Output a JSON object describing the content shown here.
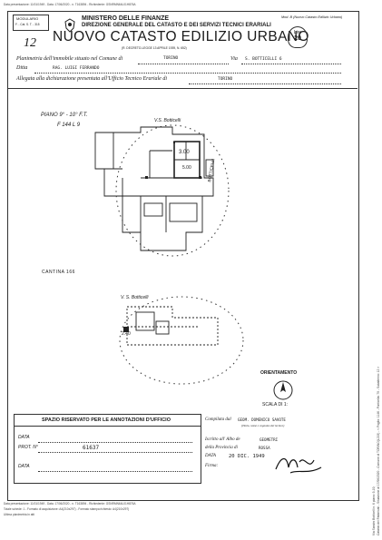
{
  "top_strip": {
    "line1": "Data presentazione: 11/01/1949 - Data: 17/06/2020 - n. T163894 - Richiedente: GSNRMN64L01H876A",
    "line2": "Totale schede: 1 - Formato di acquisizione: A4(210x297) - Formato stampa richiesto: A4(210x297)"
  },
  "bottom_strip": {
    "line1": "Data presentazione: 11/01/1949 - Data: 17/06/2020 - n. T163894 - Richiedente: GSNRMN64L01H876A",
    "line2": "Totale schede: 1 - Formato di acquisizione: A4(210x297) - Formato stampa richiesto: A4(210x297)",
    "line3": "Ultima planimetria in atti"
  },
  "right_strip": "Catasto dei Fabbricati - Situazione al 17/06/2020 - Comune di TORINO(L219) - < Foglio: 1146 - Particella: 79 - Subalterno: 12 >",
  "right_strip2": "Via Sandro Botticelli n. 6 piano: 9-10;",
  "header": {
    "small_box_top": "MODULARIO",
    "small_box_bottom": "F. - Cat. S. T. - 315",
    "ministry": "MINISTERO DELLE FINANZE",
    "direction": "DIREZIONE GENERALE DEL CATASTO E DEI SERVIZI TECNICI ERARIALI",
    "title": "NUOVO CATASTO EDILIZIO URBANO",
    "decree": "(R. DECRETO-LEGGE 13 APRILE 1939, N. 652)",
    "model": "Mod. B (Nuovo Catasto Edilizio Urbano)",
    "price_label": "Lire",
    "price_value": "20",
    "sheet_number": "12"
  },
  "form": {
    "line1_label": "Planimetria dell'immobile situato nel Comune di",
    "comune": "TORINO",
    "via_label": "Via",
    "via_value": "S. BOTTICELLI 6",
    "ditta_label": "Ditta",
    "ditta_value": "RAG. LUIGI FERRANDO",
    "allegata_label": "Allegata alla dichiarazione presentata all'Ufficio Tecnico Erariale di",
    "allegata_value": "TORINO"
  },
  "plan": {
    "floor_label": "PIANO 9° - 10° F.T.",
    "foglio_label": "F 144 L 9",
    "street_top": "V.S. Botticelli",
    "street_bottom": "V. S. Botticelli",
    "cantina_label": "CANTINA 166",
    "dim1": "3.00",
    "dim2": "5.00",
    "dim3": "2.40",
    "rotated_text": "BOTTICELLI"
  },
  "orientation": {
    "label": "ORIENTAMENTO",
    "scale": "SCALA DI 1:"
  },
  "office_box": {
    "title": "SPAZIO RISERVATO PER LE ANNOTAZIONI D'UFFICIO",
    "data_label": "DATA",
    "prot_label": "PROT. N°",
    "prot_value": "61637",
    "data_label2": "DATA"
  },
  "signature_block": {
    "compilata_label": "Compilata dal",
    "compilata_value": "GEOM. DOMENICO SAVOTE",
    "compilata_sub": "(Titolo, nome e cognome del tecnico)",
    "iscritto_label": "Iscritto all' Albo de",
    "iscritto_value": "GEOMETRI",
    "provincia_label": "della Provincia di",
    "provincia_value": "ROSSA",
    "data_label": "DATA",
    "data_value": "20 DIC. 1949",
    "firma_label": "Firma:"
  }
}
